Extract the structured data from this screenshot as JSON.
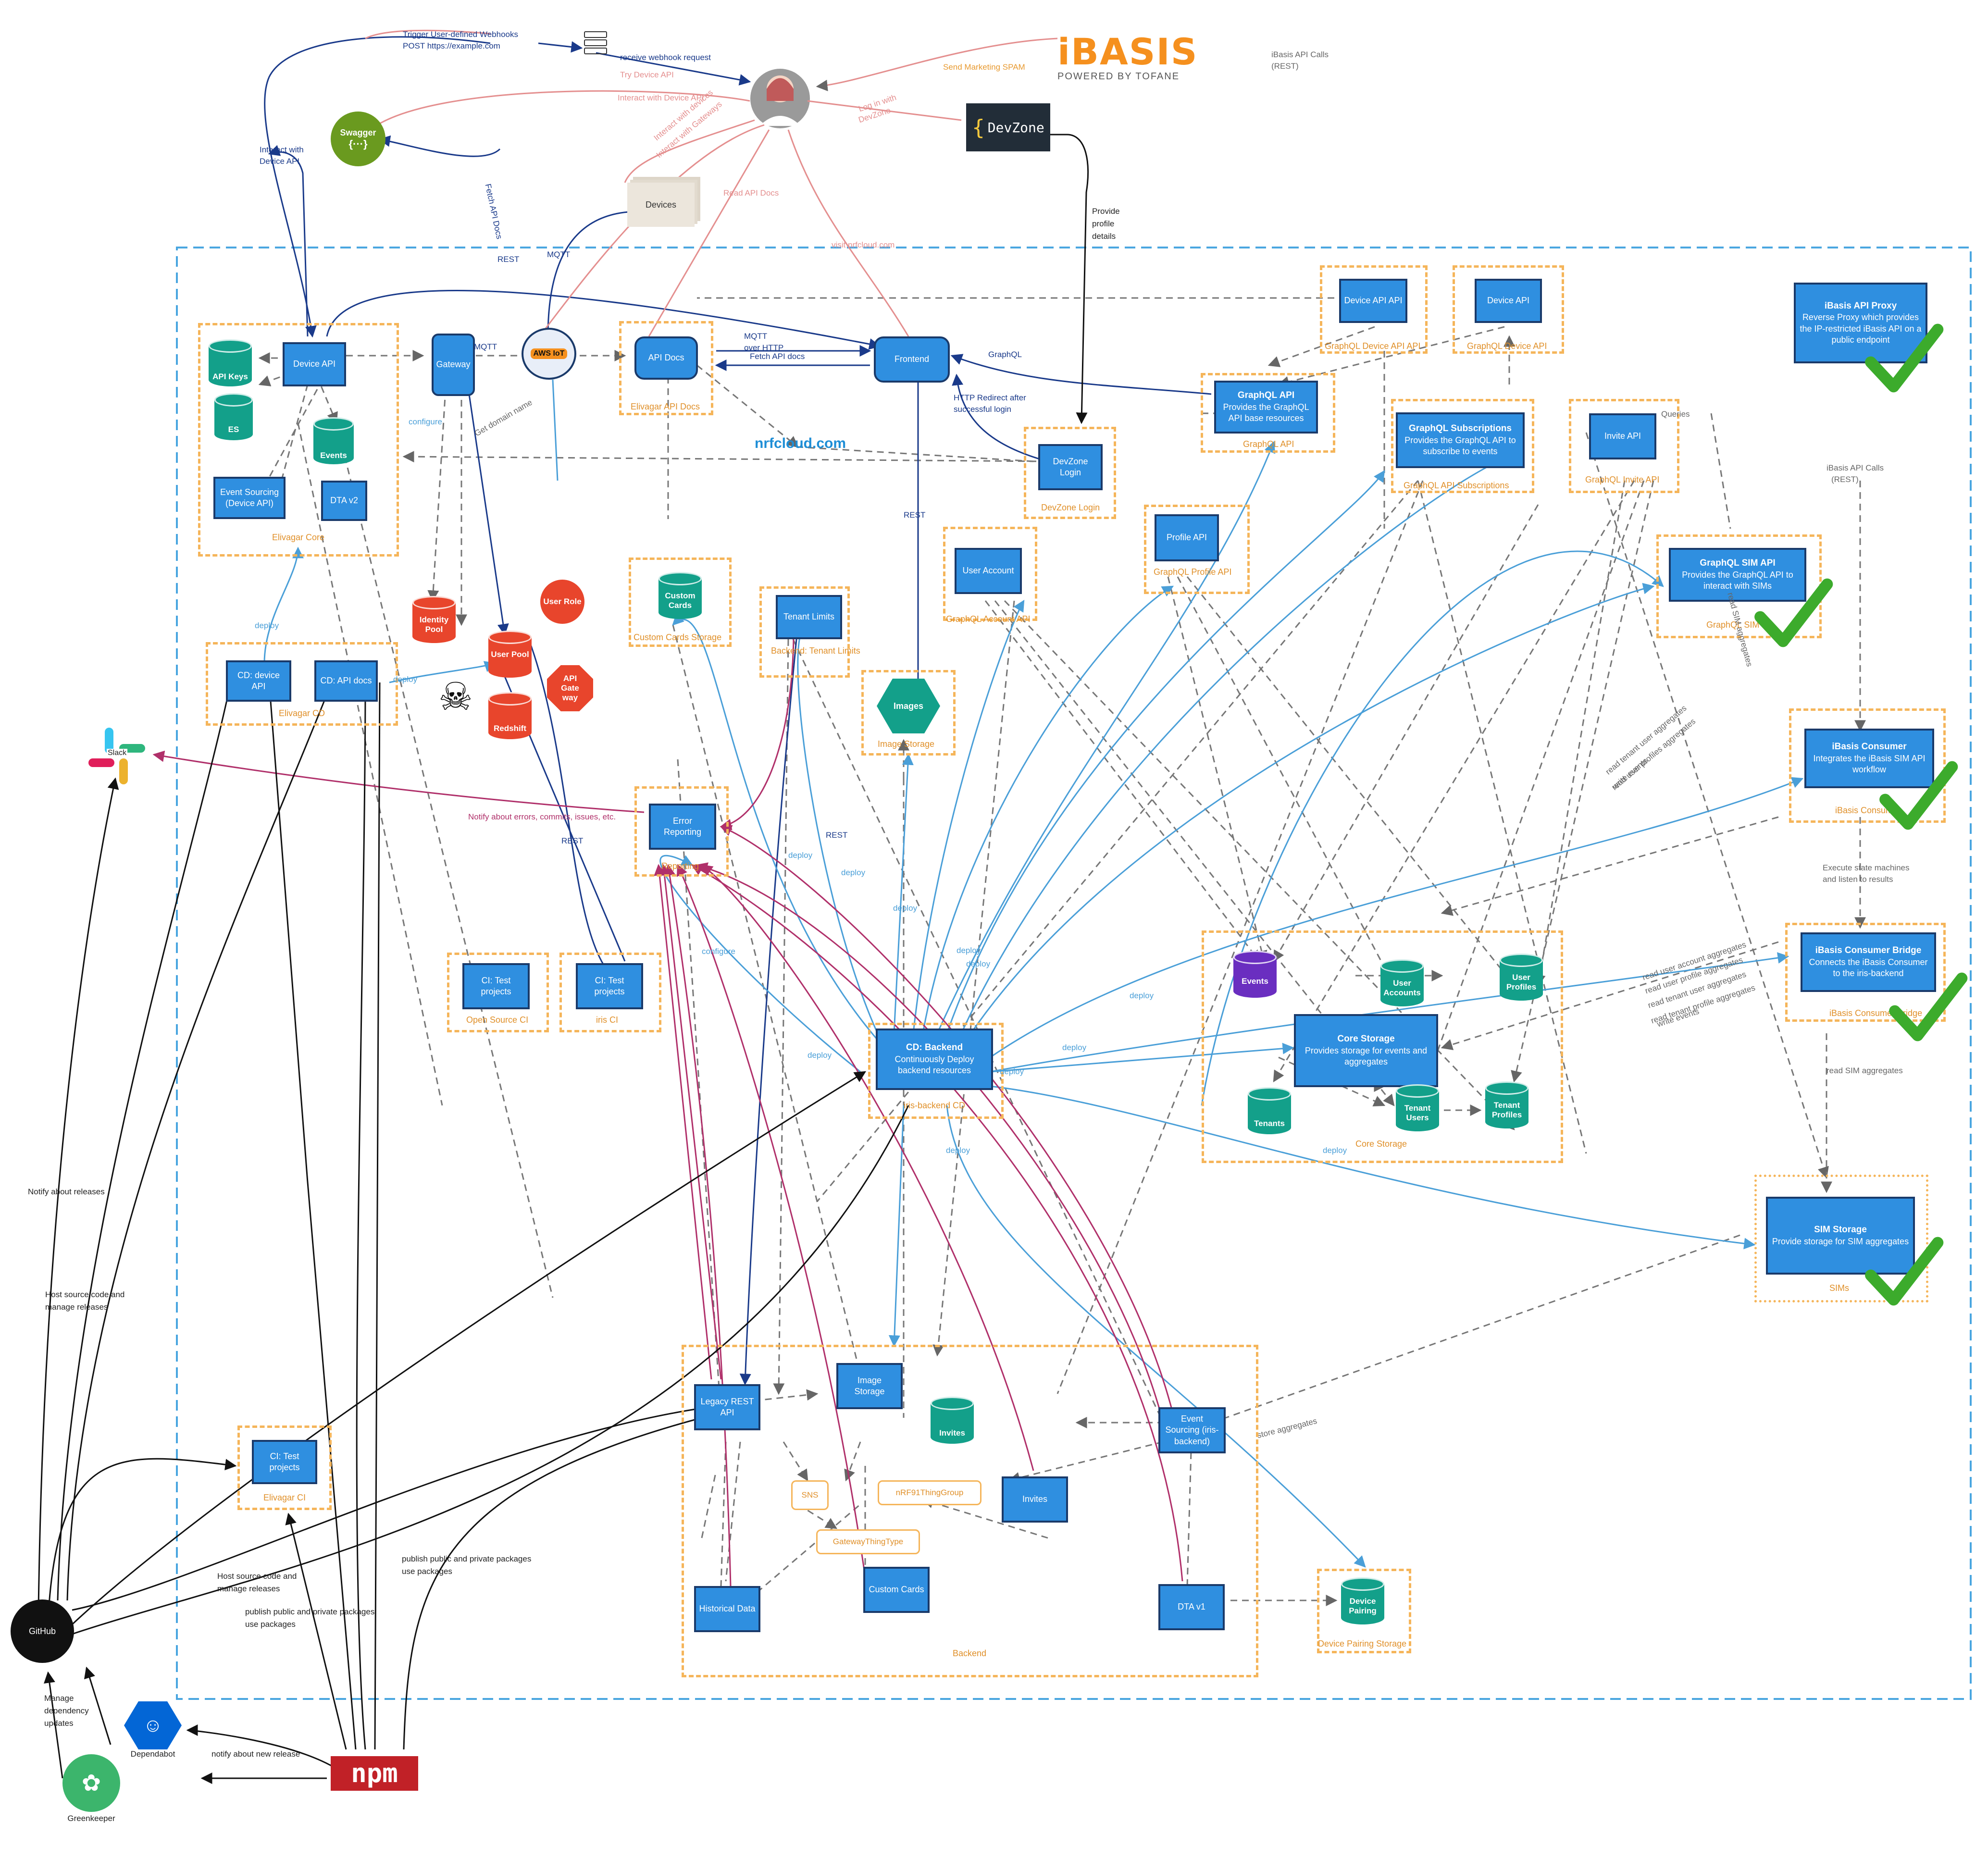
{
  "colors": {
    "service_fill": "#2f8fe0",
    "service_border": "#1a3a6a",
    "group_border": "#f5b55a",
    "db_green": "#13a08a",
    "db_red": "#e8452c",
    "db_purple": "#6a2ec0",
    "check_green": "#3cab2c",
    "boundary_blue": "#4aa6e0"
  },
  "header": {
    "ibasis_logo": "iBASIS",
    "ibasis_sub": "POWERED BY TOFANE",
    "devzone_logo": "DevZone",
    "brand_text": "nrfcloud.com"
  },
  "services": {
    "device_api_core": "Device API",
    "gateway": "Gateway",
    "api_docs": "API Docs",
    "frontend": "Frontend",
    "event_sourcing_device": "Event Sourcing (Device API)",
    "dta_v2": "DTA v2",
    "cd_device_api": "CD: device API",
    "cd_api_docs": "CD: API docs",
    "devzone_login": "DevZone Login",
    "user_account": "User Account",
    "profile_api": "Profile API",
    "tenant_limits": "Tenant Limits",
    "graphql_device_api_1": "Device API API",
    "graphql_device_api_2": "Device API",
    "graphql_api_title": "GraphQL API",
    "graphql_api_desc": "Provides the GraphQL API base resources",
    "graphql_subs_title": "GraphQL Subscriptions",
    "graphql_subs_desc": "Provides the GraphQL API to subscribe to events",
    "invite_api": "Invite API",
    "ibasis_proxy_title": "iBasis API Proxy",
    "ibasis_proxy_desc": "Reverse Proxy which provides the IP-restricted iBasis API on a public endpoint",
    "graphql_sim_title": "GraphQL SIM API",
    "graphql_sim_desc": "Provides the GraphQL API to interact with SIMs",
    "ibasis_consumer_title": "iBasis Consumer",
    "ibasis_consumer_desc": "Integrates the iBasis SIM API workflow",
    "ibasis_bridge_title": "iBasis Consumer Bridge",
    "ibasis_bridge_desc": "Connects the iBasis Consumer to the iris-backend",
    "sim_storage_title": "SIM Storage",
    "sim_storage_desc": "Provide storage for SIM aggregates",
    "core_storage_title": "Core Storage",
    "core_storage_desc": "Provides storage for events and aggregates",
    "cd_backend_title": "CD: Backend",
    "cd_backend_desc": "Continuously Deploy backend resources",
    "error_reporting": "Error Reporting",
    "ci_open": "CI: Test projects",
    "ci_iris": "CI: Test projects",
    "ci_elivagar": "CI: Test projects",
    "legacy_rest": "Legacy REST API",
    "image_storage": "Image Storage",
    "event_sourcing_backend": "Event Sourcing (iris-backend)",
    "invites_svc": "Invites",
    "historical_data": "Historical Data",
    "custom_cards_svc": "Custom Cards",
    "dta_v1": "DTA v1",
    "devices": "Devices"
  },
  "databases": {
    "api_keys": "API Keys",
    "es": "ES",
    "events_core": "Events",
    "identity_pool": "Identity Pool",
    "user_pool": "User Pool",
    "redshift": "Redshift",
    "user_role": "User Role",
    "api_gateway": "API Gate way",
    "custom_cards": "Custom Cards",
    "images": "Images",
    "events_store": "Events",
    "user_accounts": "User Accounts",
    "user_profiles": "User Profiles",
    "tenants": "Tenants",
    "tenant_users": "Tenant Users",
    "tenant_profiles": "Tenant Profiles",
    "invites_db": "Invites",
    "device_pairing": "Device Pairing",
    "aws_iot": "AWS IoT",
    "swagger": "Swagger",
    "slack": "Slack",
    "sns": "SNS",
    "nrf91": "nRF91ThingGroup",
    "gateway_thing_type": "GatewayThingType"
  },
  "groups": {
    "elivagar_core": "Elivagar Core",
    "elivagar_api_docs": "Elivagar API Docs",
    "elivagar_cd": "Elivagar CD",
    "devzone_login": "DevZone Login",
    "graphql_account_api": "GraphQL Account API",
    "graphql_profile_api": "GraphQL Profile API",
    "backend_tenant_limits": "Backend: Tenant Limits",
    "custom_cards_storage": "Custom Cards Storage",
    "image_storage": "Image Storage",
    "graphql_device_api_1": "GraphQL Device API API",
    "graphql_device_api_2": "GraphQL Device API",
    "graphql_api": "GraphQL API",
    "graphql_subs": "GraphQL API Subscriptions",
    "graphql_invite": "GraphQL Invite API",
    "graphql_sim": "GraphQL SIM",
    "ibasis_consumer": "iBasis Consumer",
    "ibasis_bridge": "iBasis Consumer Bridge",
    "sims": "SIMs",
    "core_storage": "Core Storage",
    "iris_backend_cd": "iris-backend CD",
    "reporting": "Reporting",
    "open_source_ci": "Open Source CI",
    "iris_ci": "iris CI",
    "elivagar_ci": "Elivagar CI",
    "backend": "Backend",
    "device_pairing_storage": "Device Pairing Storage"
  },
  "tools": {
    "github": "GitHub",
    "npm": "npm",
    "dependabot": "Dependabot",
    "greenkeeper": "Greenkeeper"
  },
  "notes": {
    "trigger_webhooks": "Trigger User-defined Webhooks",
    "post_example": "POST https://example.com",
    "receive_webhook": "receive webhook request",
    "try_device_api": "Try Device API",
    "interact_device_api": "Interact with Device API",
    "interact_devices": "Interact with devices",
    "interact_gateways": "Interact with Gateways",
    "send_spam": "Send Marketing SPAM",
    "ibasis_calls_top": "iBasis API Calls",
    "rest_top": "(REST)",
    "log_in": "Log in with",
    "devzone_word": "DevZone",
    "interact_with": "Interact with",
    "device_api_word": "Device API",
    "fetch_api_docs_vertical": "Fetch API Docs",
    "read_api_docs": "Read API Docs",
    "visit_nrfcloud": "visit nrfcloud.com",
    "mqtt_top": "MQTT",
    "rest_left": "REST",
    "provide_profile": "Provide",
    "profile_word": "profile",
    "details_word": "details",
    "mqtt_gw": "MQTT",
    "mqtt_over_http": "MQTT",
    "over_http": "over HTTP",
    "fetch_api_docs": "Fetch API docs",
    "graphql": "GraphQL",
    "http_redirect": "HTTP Redirect after",
    "successful_login": "successful login",
    "configure": "configure",
    "get_domain": "Get domain name",
    "rest_mid": "REST",
    "deploy": "deploy",
    "notify_errors": "Notify about errors, commits, issues, etc.",
    "rest_low": "REST",
    "rest_low2": "REST",
    "deploy_a": "deploy",
    "deploy_b": "deploy",
    "deploy_c": "deploy",
    "configure2": "configure",
    "deploy_d": "deploy",
    "deploy_e": "deploy",
    "deploy_f": "deploy",
    "deploy_g": "deploy",
    "deploy_h": "deploy",
    "deploy_i": "deploy",
    "deploy_j": "deploy",
    "deploy_k": "deploy",
    "deploy_l": "deploy",
    "queries": "Queries",
    "ibasis_calls_mid": "iBasis API Calls",
    "rest_mid2": "(REST)",
    "execute_state": "Execute state machines",
    "listen_results": "and listen to results",
    "read_sim_aggr": "read SIM aggregates",
    "read_sim_aggr2": "read SIM aggregates",
    "rt_user_aggr": "read tenant user aggregates",
    "ru_profile_aggr": "read user profiles aggregates",
    "write_events": "write events",
    "rua_aggr": "read user account aggregates",
    "rupa": "read user profile aggregates",
    "rtua": "read tenant user aggregates",
    "rtpa": "read tenant profile aggregates",
    "write_events2": "write events",
    "store_aggr": "store aggregates",
    "notify_releases": "Notify about releases",
    "host_source_1": "Host source code and",
    "manage_releases_1": "manage releases",
    "host_source_2": "Host source code and",
    "manage_releases_2": "manage releases",
    "publish_pkgs_1": "publish public and private packages",
    "use_pkgs_1": "use packages",
    "publish_pkgs_2": "publish public and private packages",
    "use_pkgs_2": "use packages",
    "manage_dep": "Manage",
    "dependency": "dependency",
    "updates": "updates",
    "notify_new_release": "notify about new release"
  }
}
